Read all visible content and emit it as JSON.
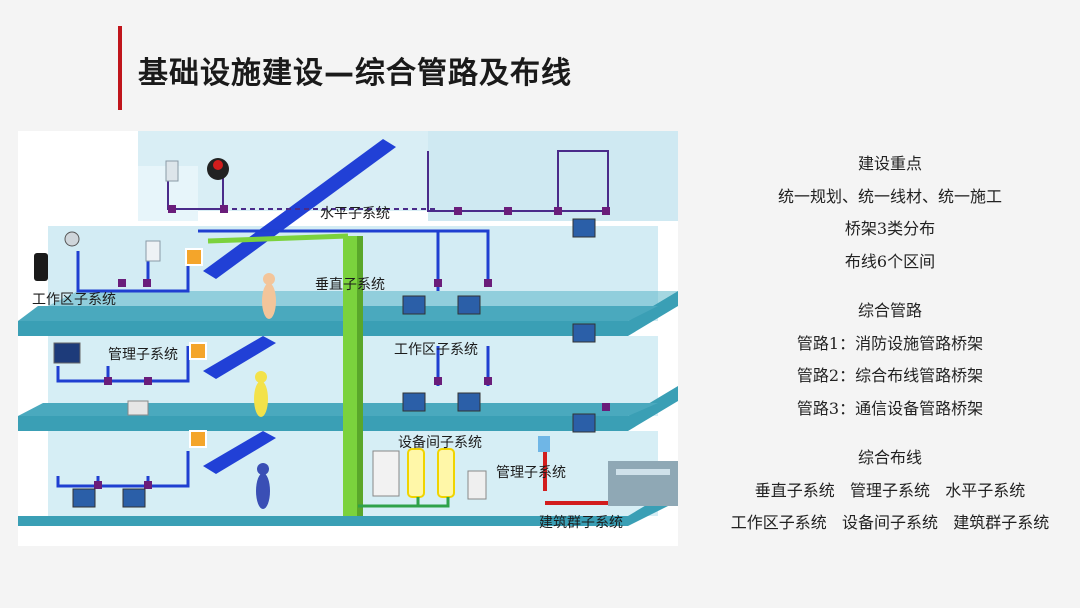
{
  "slide": {
    "title": "基础设施建设—综合管路及布线"
  },
  "diagram": {
    "labels": {
      "horizontal": "水平子系统",
      "work_area_top": "工作区子系统",
      "vertical": "垂直子系统",
      "management_mid": "管理子系统",
      "work_area_mid": "工作区子系统",
      "equipment_room": "设备间子系统",
      "management_bottom": "管理子系统",
      "building_group": "建筑群子系统"
    },
    "colors": {
      "floor": "#3a9fb5",
      "floor_edge": "#2b8aa1",
      "wall": "#c9e7f0",
      "cable_purple": "#4a2b8a",
      "cable_blue": "#1f3fd1",
      "riser_green": "#7bd23d",
      "tray_blue": "#2140d6",
      "red_line": "#d21d1d"
    }
  },
  "panel": {
    "section1": {
      "heading": "建设重点",
      "lines": [
        "统一规划、统一线材、统一施工",
        "桥架3类分布",
        "布线6个区间"
      ]
    },
    "section2": {
      "heading": "综合管路",
      "lines": [
        "管路1：消防设施管路桥架",
        "管路2：综合布线管路桥架",
        "管路3：通信设备管路桥架"
      ]
    },
    "section3": {
      "heading": "综合布线",
      "lines": [
        "垂直子系统   管理子系统   水平子系统",
        "工作区子系统   设备间子系统   建筑群子系统"
      ]
    }
  }
}
